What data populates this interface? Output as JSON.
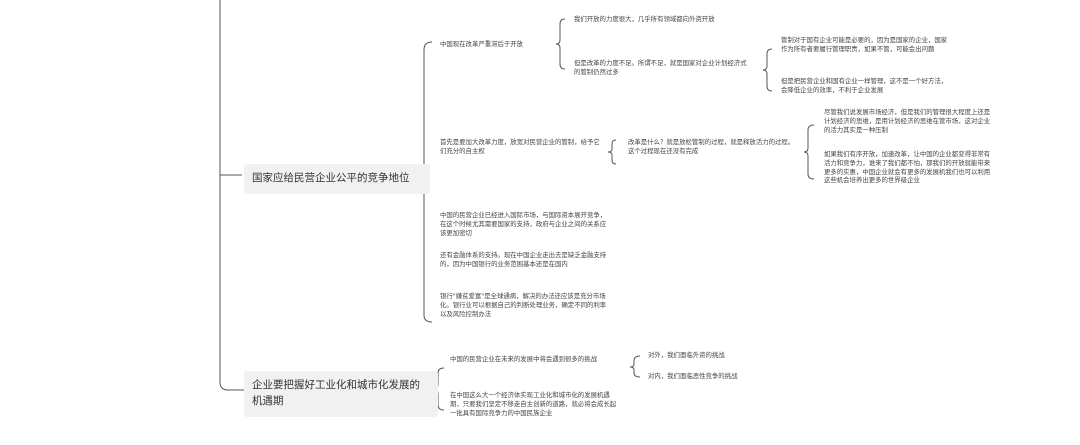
{
  "colors": {
    "background": "#ffffff",
    "line": "#555555",
    "main_node_bg": "#f1f1f1",
    "text": "#333333"
  },
  "nodes": {
    "main1": "国家应给民营企业公平的竞争地位",
    "main2": "企业要把握好工业化和城市化发展的机遇期",
    "b1": "中国现在改革严重滞后于开放",
    "b1a": "我们开放的力度很大，几乎所有领域都向外资开放",
    "b1b": "但是改革的力度不足。所谓不足，就是国家对企业计划经济式的管制仍然过多",
    "b1b1": "管制对于国有企业可能是必要的，因为是国家的企业，国家作为所有者要履行管理职责，如果不管，可能会出问题",
    "b1b2": "但是把民营企业和国有企业一样管理，这不是一个好方法，会降低企业的效率，不利于企业发展",
    "b2": "首先是要加大改革力度，放宽对民营企业的管制，给予它们充分的自主权",
    "b2a": "改革是什么？就是放松管制的过程，就是释放活力的过程。这个过程现在还没有完成",
    "b2a1": "尽管我们说发展市场经济，但是我们的管理很大程度上还是计划经济的思维，是用计划经济的思维在管市场，这对企业的活力其实是一种压制",
    "b2a2": "如果我们有序开放，加速改革，让中国的企业都变得非常有活力和竞争力，谁来了我们都不怕，那我们的开放就能带来更多的实惠，中国企业就会有更多的发展机我们也可以利用这些机会培养出更多的世界级企业",
    "b3": "中国的民营企业已经进入国际市场，与国际资本展开竞争，在这个时候尤其需要国家的支持，政府与企业之间的关系应该更加密切",
    "b4": "还有金融体系的支持。现在中国企业走出去是缺乏金融支持的，因为中国银行的业务范围基本还是在国内",
    "b5": "银行\"嫌贫爱富\"是全球通病，解决的办法还应该是充分市场化。银行业可以根据自己的判断处理业务，确定不同的利率以及风险控制办法",
    "c1": "中国的民营企业在未来的发展中将会遇到很多的挑战",
    "c1a": "对外，我们面临外资的挑战",
    "c1b": "对内，我们面临恶性竞争的挑战",
    "c2": "在中国这么大一个经济体实现工业化和城市化的发展机遇期，只要我们坚定不移走自主创新的道路，就必将会成长起一批具有国际竞争力的中国民族企业"
  }
}
